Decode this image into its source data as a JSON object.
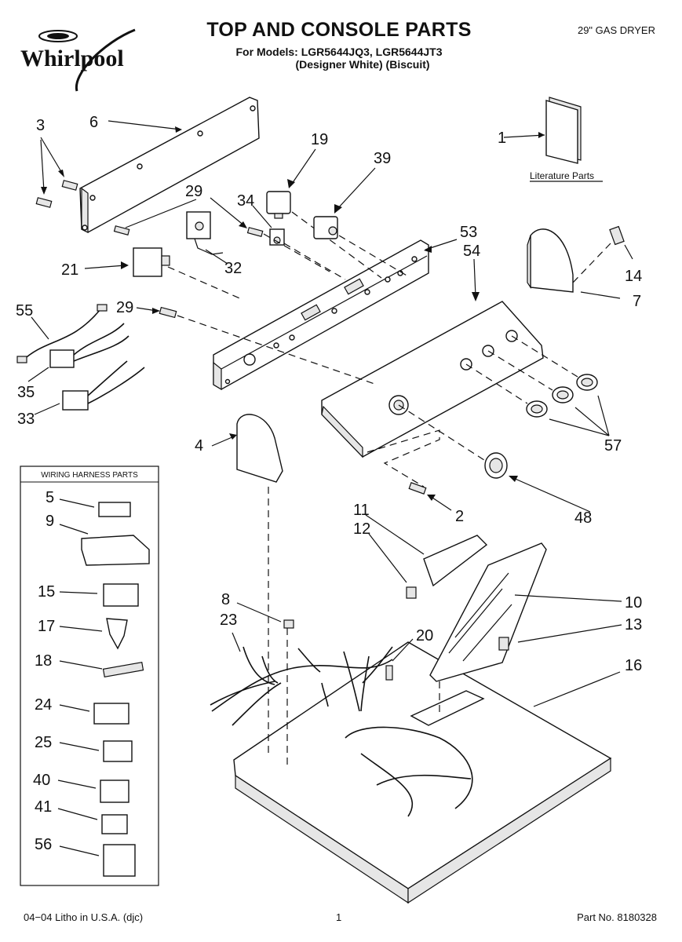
{
  "header": {
    "brand": "Whirlpool",
    "title": "TOP AND CONSOLE PARTS",
    "models_line": "For Models: LGR5644JQ3, LGR5644JT3",
    "variants_line": "(Designer White)  (Biscuit)",
    "product": "29\" GAS DRYER"
  },
  "literature_label": "Literature Parts",
  "wiring_box_title": "WIRING HARNESS PARTS",
  "callouts": {
    "c1": "1",
    "c2": "2",
    "c3": "3",
    "c4": "4",
    "c5": "5",
    "c6": "6",
    "c7": "7",
    "c8": "8",
    "c9": "9",
    "c10": "10",
    "c11": "11",
    "c12": "12",
    "c13": "13",
    "c14": "14",
    "c15": "15",
    "c16": "16",
    "c17": "17",
    "c18": "18",
    "c19": "19",
    "c20": "20",
    "c21": "21",
    "c23": "23",
    "c24": "24",
    "c25": "25",
    "c29a": "29",
    "c29b": "29",
    "c32": "32",
    "c33": "33",
    "c34": "34",
    "c35": "35",
    "c39": "39",
    "c40": "40",
    "c41": "41",
    "c48": "48",
    "c53": "53",
    "c54": "54",
    "c55": "55",
    "c56": "56",
    "c57": "57"
  },
  "footer": {
    "litho": "04−04 Litho in U.S.A. (djc)",
    "page": "1",
    "part_no": "Part No. 8180328"
  }
}
